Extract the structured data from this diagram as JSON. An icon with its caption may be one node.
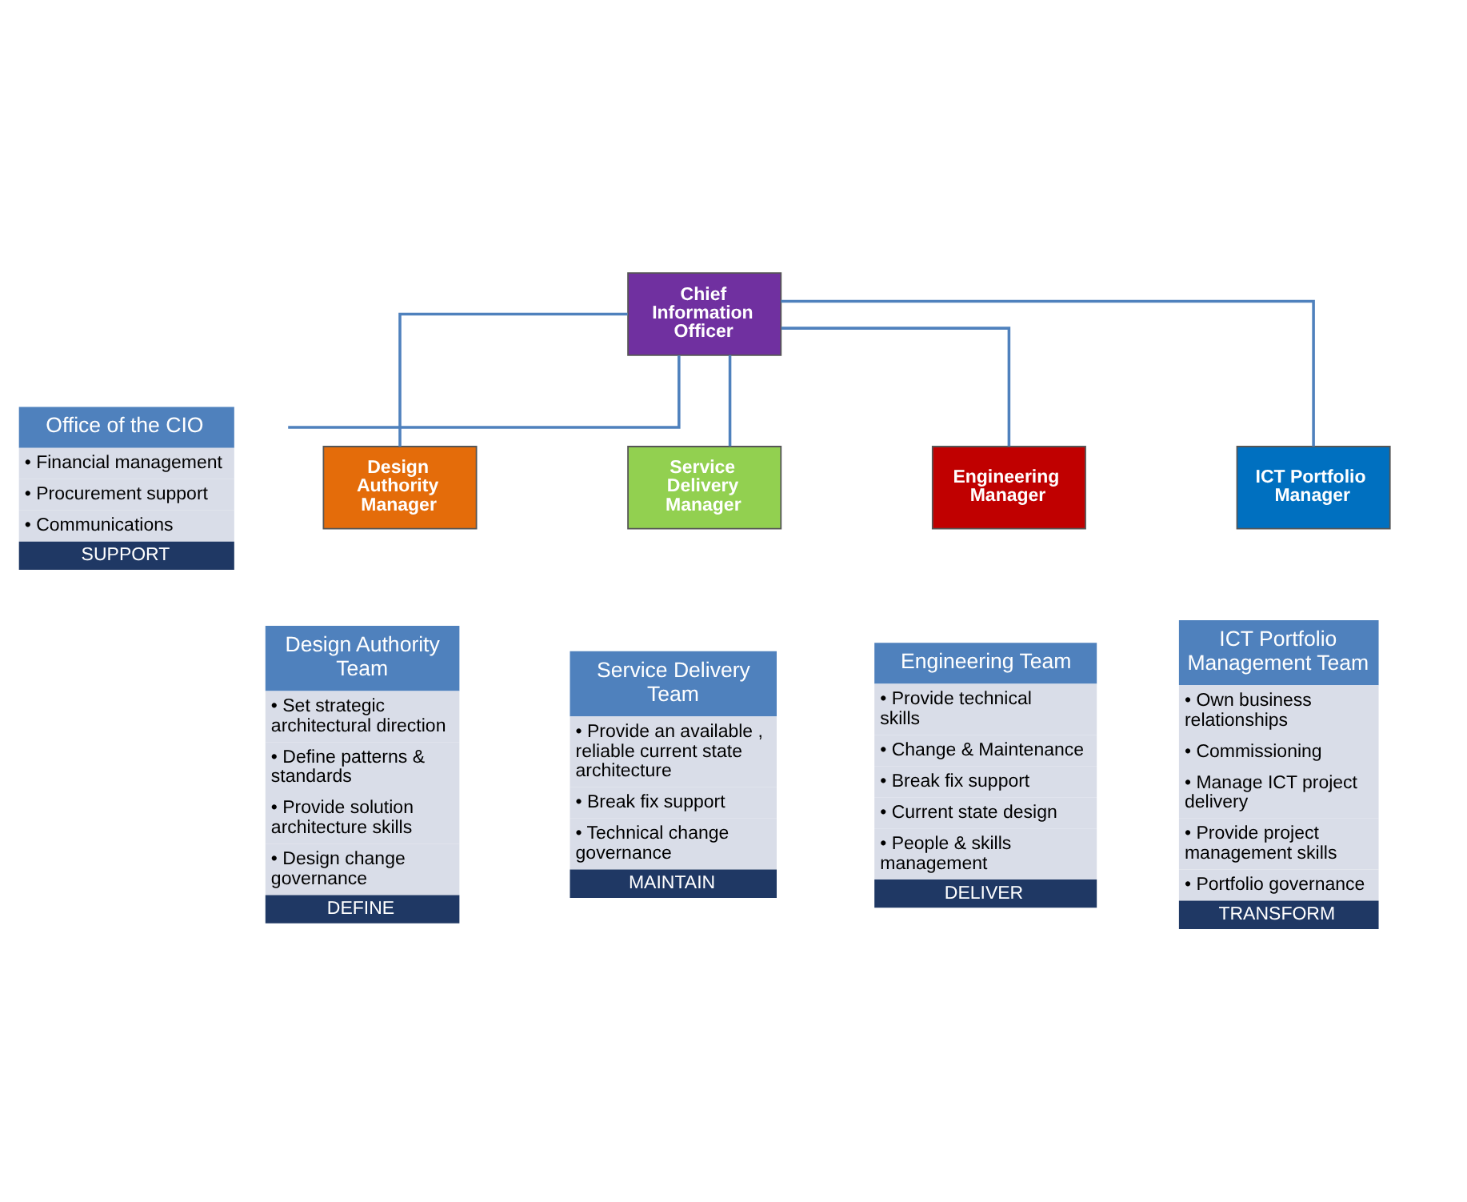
{
  "diagram": {
    "nodes": [
      {
        "text": [
          "Chief Information Officer"
        ]
      },
      {
        "text": [
          "Office of the CIO",
          "• Financial management",
          "• Procurement support",
          "• Communications",
          "SUPPORT"
        ]
      },
      {
        "text": [
          "Design Authority Manager"
        ]
      },
      {
        "text": [
          "Service Delivery Manager"
        ]
      },
      {
        "text": [
          "Engineering Manager"
        ]
      },
      {
        "text": [
          "ICT Portfolio Manager"
        ]
      },
      {
        "text": [
          "Design Authority Team",
          "• Set strategic architectural direction",
          "• Define patterns & standards",
          "• Provide solution architecture skills",
          "• Design change governance",
          "DEFINE"
        ]
      },
      {
        "text": [
          "Service Delivery Team",
          "• Provide an available , reliable current state architecture",
          "• Break fix support",
          "• Technical change governance",
          "MAINTAIN"
        ]
      },
      {
        "text": [
          "Engineering Team",
          "• Provide technical skills",
          "• Change & Maintenance",
          "• Break fix support",
          "• Current state design",
          "• People & skills management",
          "DELIVER"
        ]
      },
      {
        "text": [
          "ICT Portfolio Management Team",
          "• Own business relationships",
          "• Commissioning",
          "• Manage ICT project delivery",
          "• Provide project management skills",
          "• Portfolio governance",
          "TRANSFORM"
        ]
      }
    ],
    "edges": [
      {
        "from": 0,
        "to": 1,
        "arrow": "none"
      },
      {
        "from": 0,
        "to": 2,
        "arrow": "none"
      },
      {
        "from": 0,
        "to": 3,
        "arrow": "none"
      },
      {
        "from": 0,
        "to": 4,
        "arrow": "none"
      },
      {
        "from": 0,
        "to": 5,
        "arrow": "none"
      }
    ]
  }
}
